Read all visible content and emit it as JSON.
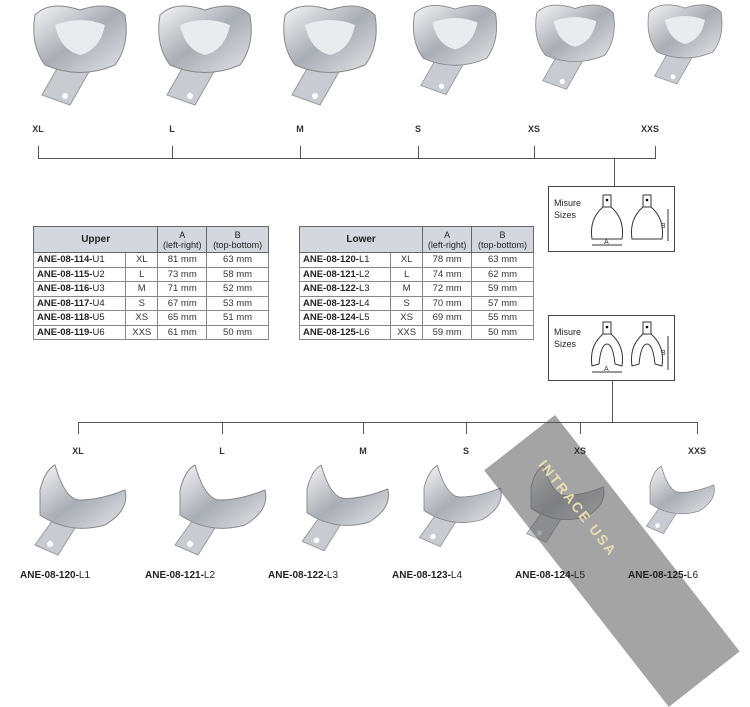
{
  "top_sizes": [
    "XL",
    "L",
    "M",
    "S",
    "XS",
    "XXS"
  ],
  "bottom_sizes": [
    "XL",
    "L",
    "M",
    "S",
    "XS",
    "XXS"
  ],
  "upper_table": {
    "header": "Upper",
    "col_a": "A",
    "col_a_sub": "(left-right)",
    "col_b": "B",
    "col_b_sub": "(top-bottom)",
    "rows": [
      {
        "code": "ANE-08-114-",
        "suffix": "U1",
        "size": "XL",
        "a": "81 mm",
        "b": "63 mm"
      },
      {
        "code": "ANE-08-115-",
        "suffix": "U2",
        "size": "L",
        "a": "73 mm",
        "b": "58 mm"
      },
      {
        "code": "ANE-08-116-",
        "suffix": "U3",
        "size": "M",
        "a": "71 mm",
        "b": "52 mm"
      },
      {
        "code": "ANE-08-117-",
        "suffix": "U4",
        "size": "S",
        "a": "67 mm",
        "b": "53 mm"
      },
      {
        "code": "ANE-08-118-",
        "suffix": "U5",
        "size": "XS",
        "a": "65 mm",
        "b": "51 mm"
      },
      {
        "code": "ANE-08-119-",
        "suffix": "U6",
        "size": "XXS",
        "a": "61 mm",
        "b": "50 mm"
      }
    ]
  },
  "lower_table": {
    "header": "Lower",
    "col_a": "A",
    "col_a_sub": "(left-right)",
    "col_b": "B",
    "col_b_sub": "(top-bottom)",
    "rows": [
      {
        "code": "ANE-08-120-",
        "suffix": "L1",
        "size": "XL",
        "a": "78 mm",
        "b": "63 mm"
      },
      {
        "code": "ANE-08-121-",
        "suffix": "L2",
        "size": "L",
        "a": "74 mm",
        "b": "62 mm"
      },
      {
        "code": "ANE-08-122-",
        "suffix": "L3",
        "size": "M",
        "a": "72 mm",
        "b": "59 mm"
      },
      {
        "code": "ANE-08-123-",
        "suffix": "L4",
        "size": "S",
        "a": "70 mm",
        "b": "57 mm"
      },
      {
        "code": "ANE-08-124-",
        "suffix": "L5",
        "size": "XS",
        "a": "69 mm",
        "b": "55 mm"
      },
      {
        "code": "ANE-08-125-",
        "suffix": "L6",
        "size": "XXS",
        "a": "59 mm",
        "b": "50 mm"
      }
    ]
  },
  "measure_box": {
    "line1": "Misure",
    "line2": "Sizes",
    "a": "A",
    "b": "B"
  },
  "bottom_codes": [
    {
      "code": "ANE-08-120-",
      "suffix": "L1"
    },
    {
      "code": "ANE-08-121-",
      "suffix": "L2"
    },
    {
      "code": "ANE-08-122-",
      "suffix": "L3"
    },
    {
      "code": "ANE-08-123-",
      "suffix": "L4"
    },
    {
      "code": "ANE-08-124-",
      "suffix": "L5"
    },
    {
      "code": "ANE-08-125-",
      "suffix": "L6"
    }
  ],
  "watermark": "INTRACE USA"
}
